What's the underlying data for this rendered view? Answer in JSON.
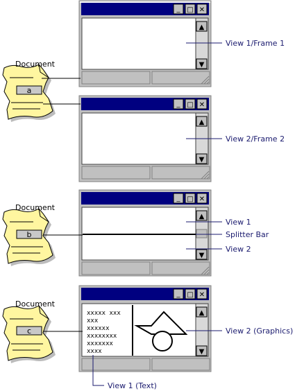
{
  "window_buttons": {
    "minimize": "_",
    "maximize": "□",
    "close": "✕"
  },
  "scroll_arrows": {
    "up": "▲",
    "down": "▼"
  },
  "colors": {
    "titlebar": "#000080",
    "paper": "#fff6a0",
    "accent_line": "#1a1a6e",
    "chrome": "#c0c0c0"
  },
  "panels": [
    {
      "document_label": "Document",
      "tab": "a",
      "views": [
        "View 1/Frame 1"
      ]
    },
    {
      "views": [
        "View 2/Frame 2"
      ]
    },
    {
      "document_label": "Document",
      "tab": "b",
      "views": [
        "View 1",
        "Splitter Bar",
        "View 2"
      ]
    },
    {
      "document_label": "Document",
      "tab": "c",
      "views": [
        "View 2 (Graphics)",
        "View 1 (Text)"
      ],
      "text_lines": [
        "xxxxx xxx",
        "xxx",
        "xxxxxx",
        "xxxxxxxx",
        "xxxxxxx",
        "xxxx"
      ]
    }
  ]
}
